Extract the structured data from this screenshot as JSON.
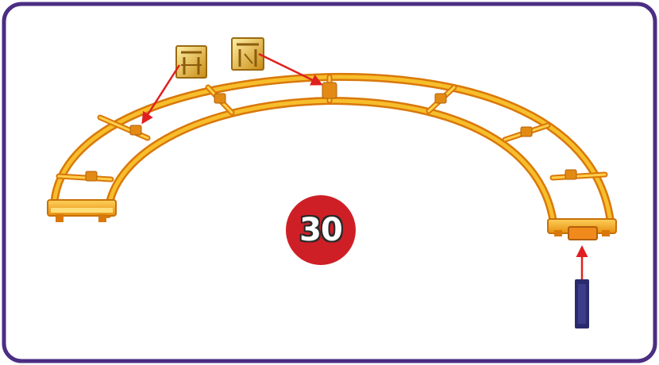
{
  "step": {
    "number": "30"
  },
  "colors": {
    "frame_border": "#4b2e83",
    "track_fill": "#f5b31c",
    "track_edge": "#d9780a",
    "connector_fill": "#e8a31a",
    "arrow": "#e02020",
    "badge": "#cf1f26",
    "blue_part": "#2a2a6e"
  },
  "parts": {
    "loose_connectors": 2,
    "arrows": 3
  }
}
